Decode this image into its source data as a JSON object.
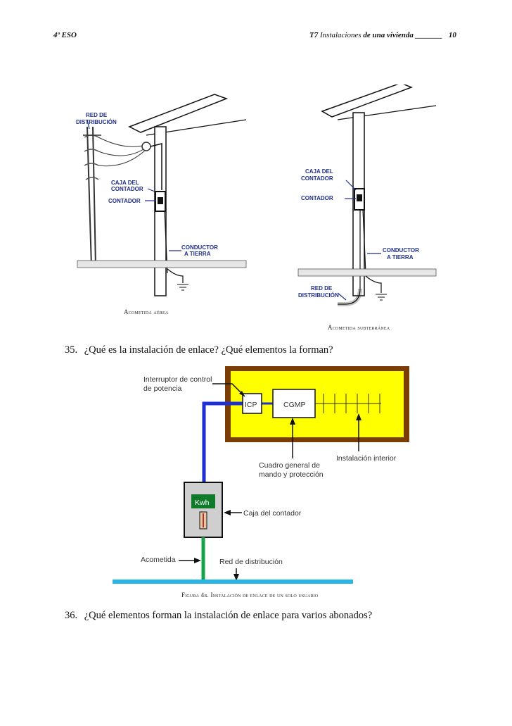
{
  "header": {
    "left": "4º ESO",
    "right_prefix": "T7",
    "right_topic": "Instalaciones",
    "right_suffix": "de una vivienda",
    "right_rule": "_______",
    "page_number": "10"
  },
  "fig_aerea": {
    "labels": {
      "red_1": "RED DE",
      "red_2": "DISTRIBUCIÓN",
      "caja_1": "CAJA DEL",
      "caja_2": "CONTADOR",
      "contador": "CONTADOR",
      "conductor_1": "CONDUCTOR",
      "conductor_2": "A TIERRA"
    },
    "caption": "Acometida aérea"
  },
  "fig_subterranea": {
    "labels": {
      "caja_1": "CAJA DEL",
      "caja_2": "CONTADOR",
      "contador": "CONTADOR",
      "conductor_1": "CONDUCTOR",
      "conductor_2": "A TIERRA",
      "red_1": "RED DE",
      "red_2": "DISTRIBUCIÓN"
    },
    "caption": "Acometida subterránea"
  },
  "q35": {
    "number": "35.",
    "text": "¿Qué es la instalación de enlace? ¿Qué elementos la forman?"
  },
  "diagram": {
    "icp_label_1": "Interruptor de control",
    "icp_label_2": "de potencia",
    "icp": "ICP",
    "cgmp": "CGMP",
    "instalacion_interior": "Instalación interior",
    "cuadro_1": "Cuadro general de",
    "cuadro_2": "mando y protección",
    "kwh": "Kwh",
    "caja_contador": "Caja del contador",
    "acometida": "Acometida",
    "red_distribucion": "Red de distribución",
    "caption": "Figura 4b. Instalación de enlace de un solo usuario"
  },
  "q36": {
    "number": "36.",
    "text": "¿Qué elementos forman la instalación de enlace para varios abonados?"
  },
  "colors": {
    "yellow": "#ffff00",
    "brown": "#7a3d06",
    "blue_wire": "#1f2fd6",
    "green_wire": "#16a34a",
    "cyan_line": "#29b6e6",
    "kwh_green": "#0f7a2a",
    "meter_gray": "#cfcfcf",
    "label_blue": "#1f2f8a"
  }
}
